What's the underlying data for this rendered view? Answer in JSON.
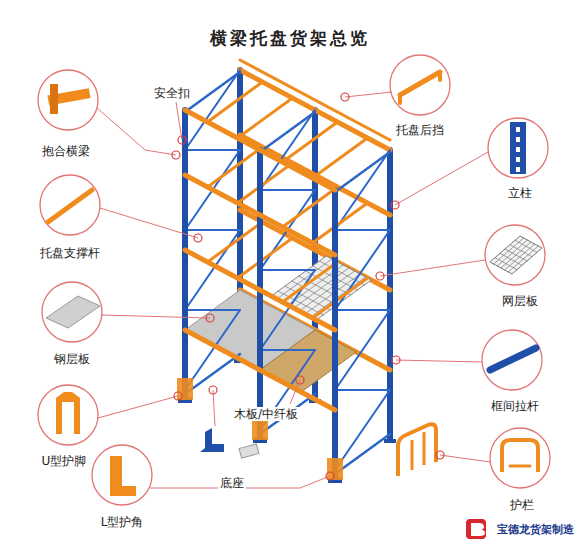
{
  "diagram": {
    "title": "横梁托盘货架总览",
    "labels": [
      "安全扣",
      "抱合横梁",
      "托盘后挡",
      "立柱",
      "托盘支撑杆",
      "网层板",
      "钢层板",
      "框间拉杆",
      "木板/中纤板",
      "U型护脚",
      "底座",
      "L型护角",
      "护栏",
      "宝德龙货架制造"
    ]
  }
}
